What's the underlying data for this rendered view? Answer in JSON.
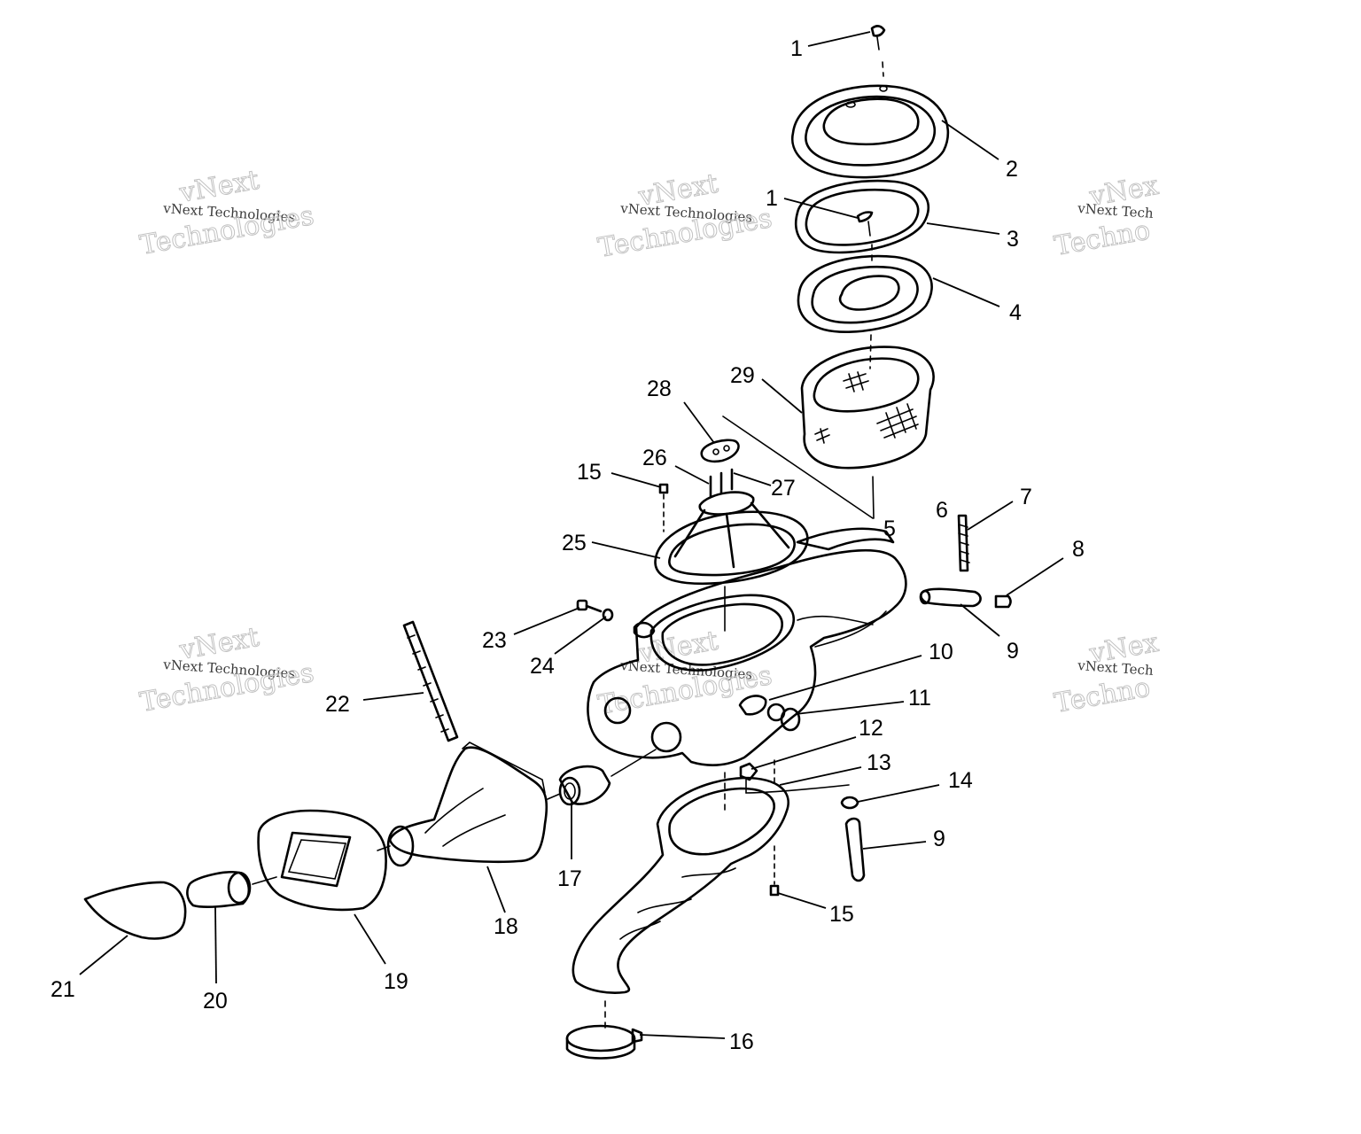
{
  "watermark": {
    "brand": "vNext Technologies",
    "word_top": "vNext",
    "word_bottom": "Technologies",
    "word_bottom_partial": "Techno",
    "brand_partial": "vNext Tech",
    "word_top_partial": "vNex"
  },
  "callouts": [
    {
      "id": "c1a",
      "label": "1"
    },
    {
      "id": "c2",
      "label": "2"
    },
    {
      "id": "c1b",
      "label": "1"
    },
    {
      "id": "c3",
      "label": "3"
    },
    {
      "id": "c4",
      "label": "4"
    },
    {
      "id": "c29",
      "label": "29"
    },
    {
      "id": "c28",
      "label": "28"
    },
    {
      "id": "c26",
      "label": "26"
    },
    {
      "id": "c15a",
      "label": "15"
    },
    {
      "id": "c27",
      "label": "27"
    },
    {
      "id": "c7",
      "label": "7"
    },
    {
      "id": "c5",
      "label": "5"
    },
    {
      "id": "c6",
      "label": "6"
    },
    {
      "id": "c8",
      "label": "8"
    },
    {
      "id": "c25",
      "label": "25"
    },
    {
      "id": "c9a",
      "label": "9"
    },
    {
      "id": "c23",
      "label": "23"
    },
    {
      "id": "c24",
      "label": "24"
    },
    {
      "id": "c10",
      "label": "10"
    },
    {
      "id": "c11",
      "label": "11"
    },
    {
      "id": "c22",
      "label": "22"
    },
    {
      "id": "c12",
      "label": "12"
    },
    {
      "id": "c13",
      "label": "13"
    },
    {
      "id": "c14",
      "label": "14"
    },
    {
      "id": "c9b",
      "label": "9"
    },
    {
      "id": "c17",
      "label": "17"
    },
    {
      "id": "c15b",
      "label": "15"
    },
    {
      "id": "c18",
      "label": "18"
    },
    {
      "id": "c19",
      "label": "19"
    },
    {
      "id": "c21",
      "label": "21"
    },
    {
      "id": "c20",
      "label": "20"
    },
    {
      "id": "c16",
      "label": "16"
    }
  ]
}
